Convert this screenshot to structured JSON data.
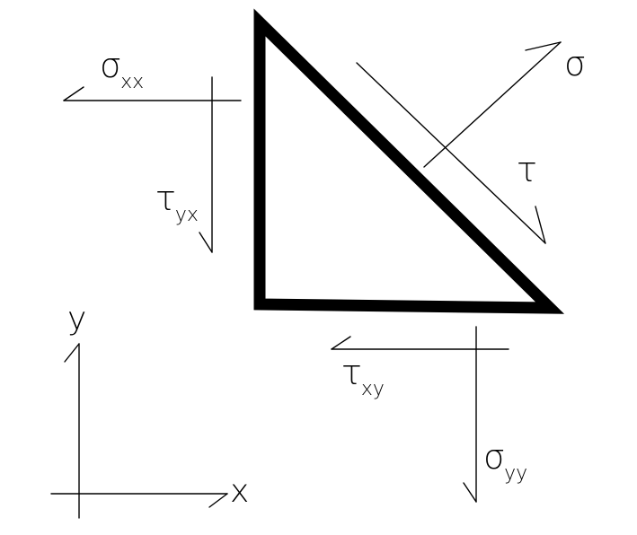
{
  "labels": {
    "sigma_xx": {
      "symbol": "σ",
      "sub": "xx"
    },
    "tau_yx": {
      "symbol": "τ",
      "sub": "yx"
    },
    "sigma": {
      "symbol": "σ"
    },
    "tau": {
      "symbol": "τ"
    },
    "tau_xy": {
      "symbol": "τ",
      "sub": "xy"
    },
    "sigma_yy": {
      "symbol": "σ",
      "sub": "yy"
    },
    "axis_x": "x",
    "axis_y": "y"
  },
  "colors": {
    "ink": "#000000",
    "background": "#ffffff"
  }
}
